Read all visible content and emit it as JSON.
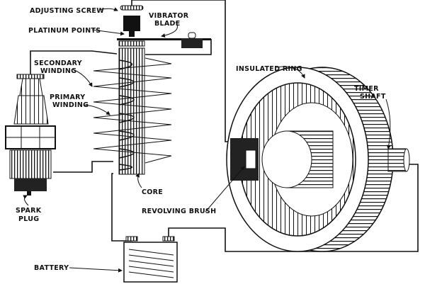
{
  "labels": {
    "adjusting_screw": "ADJUSTING SCREW",
    "vibrator_blade": [
      "VIBRATOR",
      "BLADE"
    ],
    "platinum_points": "PLATINUM POINTS",
    "secondary_winding": [
      "SECONDARY",
      "WINDING"
    ],
    "primary_winding": [
      "PRIMARY",
      "WINDING"
    ],
    "insulated_ring": "INSULATED RING",
    "timer_shaft": [
      "TIMER",
      "SHAFT"
    ],
    "core": "CORE",
    "spark_plug": [
      "SPARK",
      "PLUG"
    ],
    "revolving_brush": "REVOLVING BRUSH",
    "battery": "BATTERY"
  }
}
